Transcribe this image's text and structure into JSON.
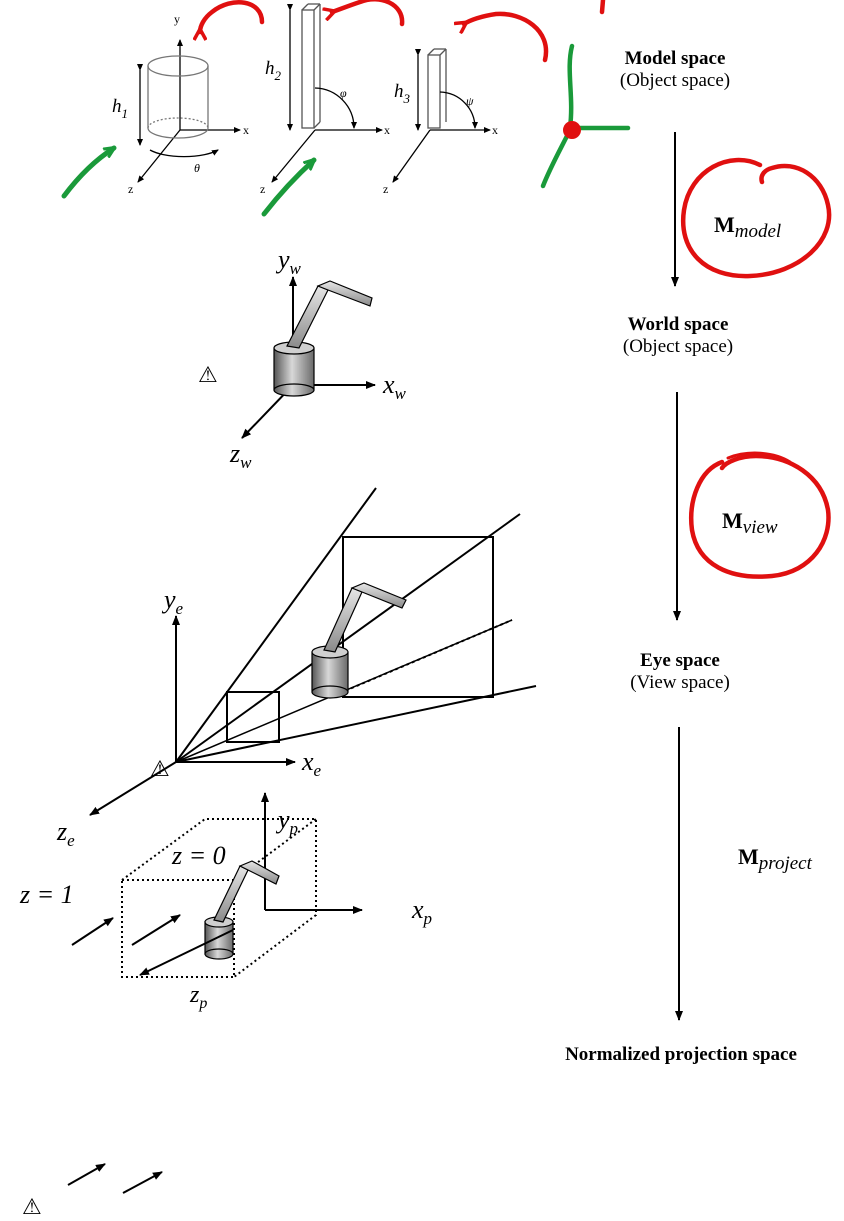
{
  "stages": [
    {
      "title": "Model space",
      "subtitle": "(Object space)"
    },
    {
      "title": "World space",
      "subtitle": "(Object space)"
    },
    {
      "title": "Eye space",
      "subtitle": "(View space)"
    },
    {
      "title": "Normalized projection space",
      "subtitle": ""
    }
  ],
  "matrices": [
    {
      "main": "M",
      "sub": "model"
    },
    {
      "main": "M",
      "sub": "view"
    },
    {
      "main": "M",
      "sub": "project"
    }
  ],
  "model_figure": {
    "axis_y": "y",
    "axis_x": "x",
    "axis_z": "z",
    "h1": "h",
    "h1_sub": "1",
    "h2": "h",
    "h2_sub": "2",
    "h3": "h",
    "h3_sub": "3",
    "theta": "θ",
    "phi": "φ",
    "psi": "ψ"
  },
  "world_figure": {
    "y": "y",
    "y_sub": "w",
    "x": "x",
    "x_sub": "w",
    "z": "z",
    "z_sub": "w"
  },
  "eye_figure": {
    "y": "y",
    "y_sub": "e",
    "x": "x",
    "x_sub": "e",
    "z": "z",
    "z_sub": "e"
  },
  "proj_figure": {
    "y": "y",
    "y_sub": "p",
    "x": "x",
    "x_sub": "p",
    "z": "z",
    "z_sub": "p",
    "z0": "z = 0",
    "z1": "z = 1"
  },
  "annotation_colors": {
    "red": "#e01010",
    "green": "#1a9a3a"
  }
}
